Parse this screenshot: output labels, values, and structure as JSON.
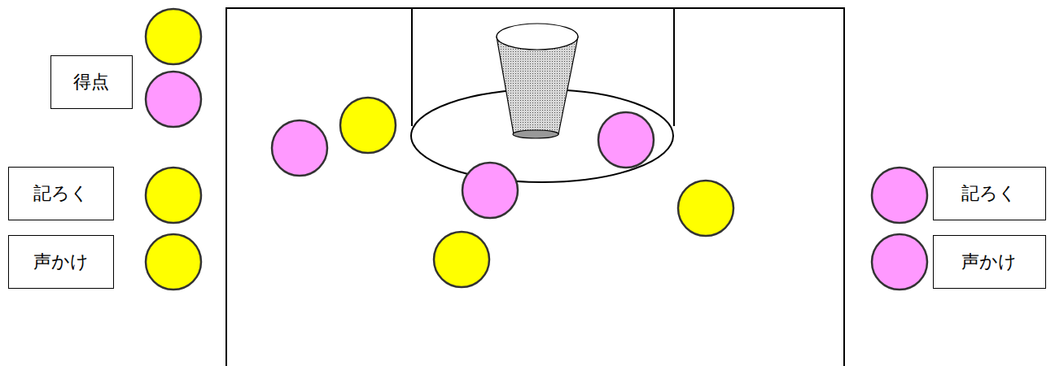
{
  "diagram": {
    "nodes": [
      {
        "text": [
          "得点"
        ]
      },
      {
        "text": [
          "記ろく"
        ]
      },
      {
        "text": [
          "声かけ"
        ]
      },
      {
        "text": [
          "記ろく"
        ]
      },
      {
        "text": [
          "声かけ"
        ]
      }
    ]
  }
}
